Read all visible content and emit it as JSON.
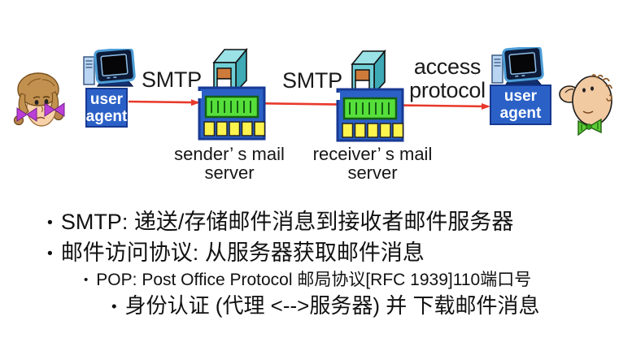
{
  "slide": {
    "diagram": {
      "left_user_agent": {
        "line1": "user",
        "line2": "agent"
      },
      "right_user_agent": {
        "line1": "user",
        "line2": "agent"
      },
      "smtp_label_left": "SMTP",
      "smtp_label_right": "SMTP",
      "access_protocol_label": {
        "line1": "access",
        "line2": "protocol"
      },
      "sender_server_caption": {
        "line1": "sender’ s mail",
        "line2": "server"
      },
      "receiver_server_caption": {
        "line1": "receiver’ s mail",
        "line2": "server"
      },
      "icons": {
        "left_person": "woman-face-icon",
        "right_person": "man-face-icon",
        "user_agent_computer": "desktop-computer-icon",
        "mail_server": "mail-server-icon",
        "flow": "red-arrow-line"
      }
    },
    "bullets": [
      {
        "marker": "•",
        "text": "SMTP: 递送/存储邮件消息到接收者邮件服务器"
      },
      {
        "marker": "•",
        "text": "邮件访问协议: 从服务器获取邮件消息"
      },
      {
        "marker": "•",
        "text": "POP: Post Office Protocol 邮局协议[RFC 1939]110端口号"
      },
      {
        "marker": "•",
        "text": "身份认证 (代理 <-->服务器) 并 下载邮件消息"
      }
    ],
    "colors": {
      "arrow_red": "#E8392B",
      "box_blue": "#2B61C7",
      "box_blue_border": "#16388F",
      "panel_green": "#56DE3A",
      "panel_green_dark": "#135F13",
      "led_yellow": "#FFF34D",
      "tower_teal_front": "#6FCFD6",
      "tower_teal_top": "#9AE2E6",
      "tower_teal_side": "#3DAAB5",
      "door_orange": "#CE7A3A",
      "bow_purple": "#BC3FD8",
      "bowtie_green": "#5ACB34",
      "text_black": "#141414"
    }
  }
}
